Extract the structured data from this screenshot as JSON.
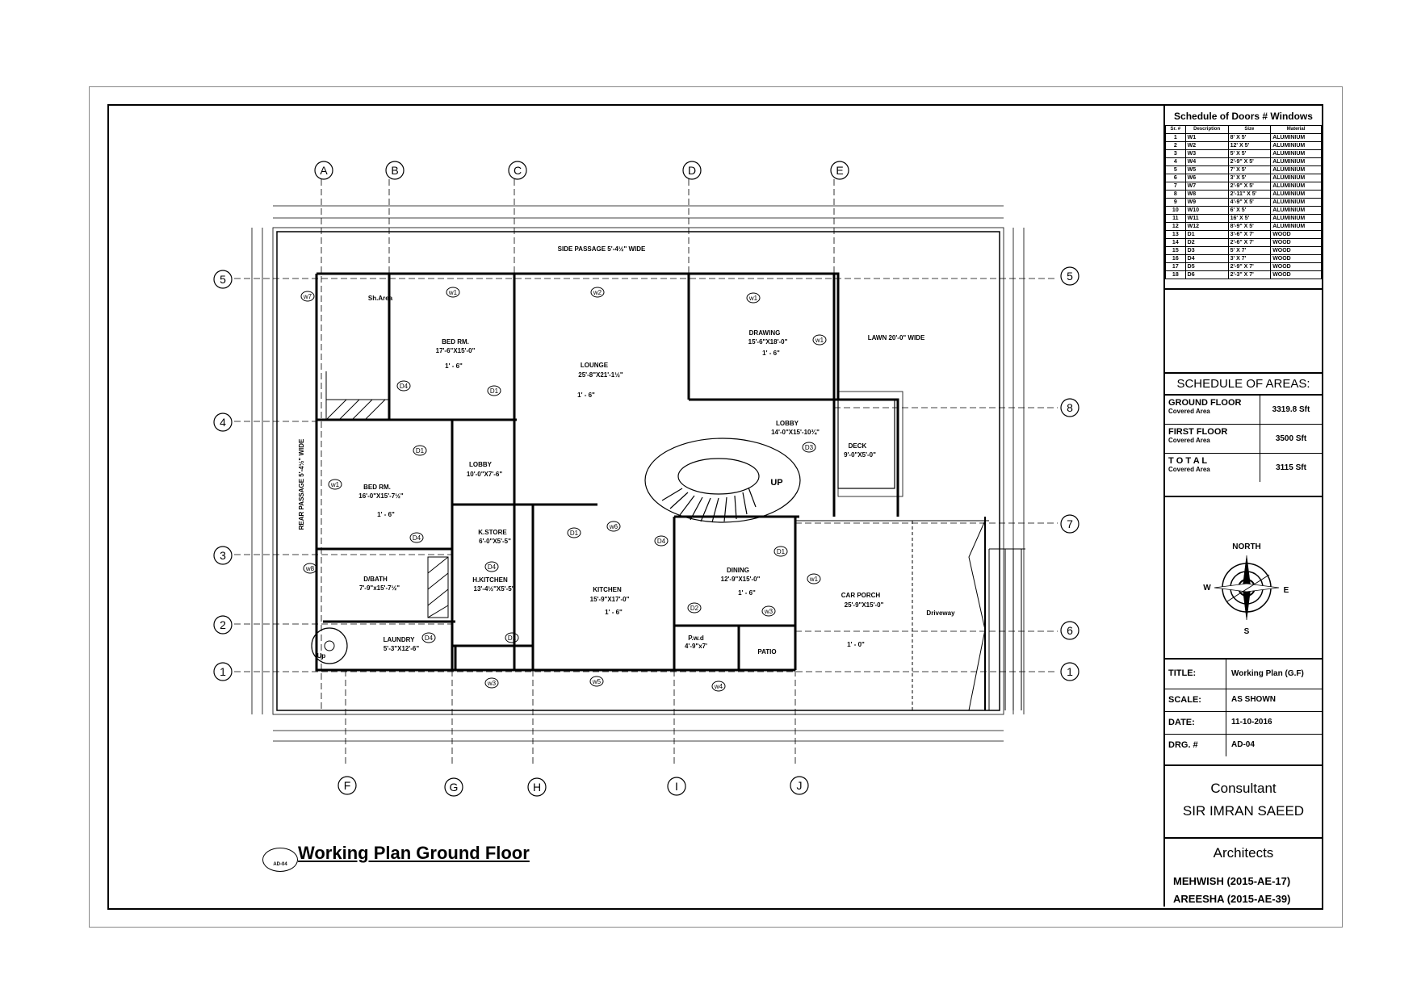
{
  "schedule": {
    "title": "Schedule of Doors # Windows",
    "columns": [
      "Sr. #",
      "Description",
      "Size",
      "Material"
    ],
    "rows": [
      [
        "1",
        "W1",
        "8' X 5'",
        "ALUMINIUM"
      ],
      [
        "2",
        "W2",
        "12' X 5'",
        "ALUMINIUM"
      ],
      [
        "3",
        "W3",
        "5' X 5'",
        "ALUMINIUM"
      ],
      [
        "4",
        "W4",
        "2'-9\" X 5'",
        "ALUMINIUM"
      ],
      [
        "5",
        "W5",
        "7' X 5'",
        "ALUMINIUM"
      ],
      [
        "6",
        "W6",
        "3' X 5'",
        "ALUMINIUM"
      ],
      [
        "7",
        "W7",
        "2'-9\" X 5'",
        "ALUMINIUM"
      ],
      [
        "8",
        "W8",
        "2'-11\" X 5'",
        "ALUMINIUM"
      ],
      [
        "9",
        "W9",
        "4'-9\" X 5'",
        "ALUMINIUM"
      ],
      [
        "10",
        "W10",
        "6' X 5'",
        "ALUMINIUM"
      ],
      [
        "11",
        "W11",
        "16' X 5'",
        "ALUMINIUM"
      ],
      [
        "12",
        "W12",
        "8'-9\" X 5'",
        "ALUMINIUM"
      ],
      [
        "13",
        "D1",
        "3'-6\" X 7'",
        "WOOD"
      ],
      [
        "14",
        "D2",
        "2'-6\" X 7'",
        "WOOD"
      ],
      [
        "15",
        "D3",
        "5' X 7'",
        "WOOD"
      ],
      [
        "16",
        "D4",
        "3' X 7'",
        "WOOD"
      ],
      [
        "17",
        "D5",
        "2'-9\" X 7'",
        "WOOD"
      ],
      [
        "18",
        "D6",
        "2'-3\" X 7'",
        "WOOD"
      ]
    ]
  },
  "areas": {
    "title": "SCHEDULE OF AREAS:",
    "rows": [
      {
        "label": "GROUND FLOOR",
        "sub": "Covered Area",
        "value": "3319.8 Sft"
      },
      {
        "label": "FIRST FLOOR",
        "sub": "Covered Area",
        "value": "3500 Sft"
      },
      {
        "label": "T O T A L",
        "sub": "Covered Area",
        "value": "3115 Sft"
      }
    ]
  },
  "compass": {
    "north": "NORTH",
    "south": "S",
    "east": "E",
    "west": "W"
  },
  "info": [
    {
      "key": "TITLE:",
      "value": "Working Plan (G.F)"
    },
    {
      "key": "SCALE:",
      "value": "AS SHOWN"
    },
    {
      "key": "DATE:",
      "value": "11-10-2016"
    },
    {
      "key": "DRG. #",
      "value": "AD-04"
    }
  ],
  "consultant": {
    "label": "Consultant",
    "name": "SIR IMRAN SAEED"
  },
  "architects": {
    "label": "Architects",
    "names": [
      "MEHWISH (2015-AE-17)",
      "AREESHA (2015-AE-39)"
    ]
  },
  "plan_title": {
    "tag": "AD-04",
    "text": "Working Plan Ground Floor"
  },
  "grid": {
    "top": [
      "A",
      "B",
      "C",
      "D",
      "E"
    ],
    "bottom": [
      "F",
      "G",
      "H",
      "I",
      "J"
    ],
    "left": [
      "5",
      "4",
      "3",
      "2",
      "1"
    ],
    "right": [
      "5",
      "8",
      "7",
      "6",
      "1"
    ]
  },
  "rooms": [
    {
      "name": "SIDE   PASSAGE   5'-4½\"   WIDE",
      "size": ""
    },
    {
      "name": "Sh.Area",
      "size": ""
    },
    {
      "name": "BED RM.",
      "size": "17'-6\"X15'-0\"",
      "level": "1' - 6\""
    },
    {
      "name": "LOUNGE",
      "size": "25'-8\"X21'-1½\"",
      "level": "1' - 6\""
    },
    {
      "name": "DRAWING",
      "size": "15'-6\"X18'-0\"",
      "level": "1' - 6\""
    },
    {
      "name": "LAWN  20'-0\"  WIDE",
      "size": ""
    },
    {
      "name": "LOBBY",
      "size": "14'-0\"X15'-10¾\""
    },
    {
      "name": "DECK",
      "size": "9'-0\"X5'-0\""
    },
    {
      "name": "LOBBY",
      "size": "10'-0\"X7'-6\""
    },
    {
      "name": "BED RM.",
      "size": "16'-0\"X15'-7½\"",
      "level": "1' - 6\""
    },
    {
      "name": "REAR   PASSAGE   5'-4½\"   WIDE",
      "size": ""
    },
    {
      "name": "K.STORE",
      "size": "6'-0\"X5'-5\""
    },
    {
      "name": "H.KITCHEN",
      "size": "13'-4½\"X5'-5\""
    },
    {
      "name": "KITCHEN",
      "size": "15'-9\"X17'-0\"",
      "level": "1' - 6\""
    },
    {
      "name": "DINING",
      "size": "12'-9\"X15'-0\"",
      "level": "1' - 6\""
    },
    {
      "name": "CAR PORCH",
      "size": "25'-9\"X15'-0\"",
      "level": "1' - 0\""
    },
    {
      "name": "Driveway",
      "size": ""
    },
    {
      "name": "D/BATH",
      "size": "7'-9\"x15'-7½\""
    },
    {
      "name": "LAUNDRY",
      "size": "5'-3\"X12'-6\""
    },
    {
      "name": "P.w.d",
      "size": "4'-9\"x7'"
    },
    {
      "name": "PATIO",
      "size": ""
    }
  ],
  "tags": [
    "w1",
    "w2",
    "w1",
    "w1",
    "w7",
    "w8",
    "w1",
    "w6",
    "w3",
    "w3",
    "w5",
    "w4",
    "w1",
    "D1",
    "D4",
    "D1",
    "D4",
    "D3",
    "D1",
    "D4",
    "D1",
    "D4",
    "D2",
    "D1",
    "D4",
    "D1"
  ],
  "stair_label": "UP",
  "up_label": "Up"
}
